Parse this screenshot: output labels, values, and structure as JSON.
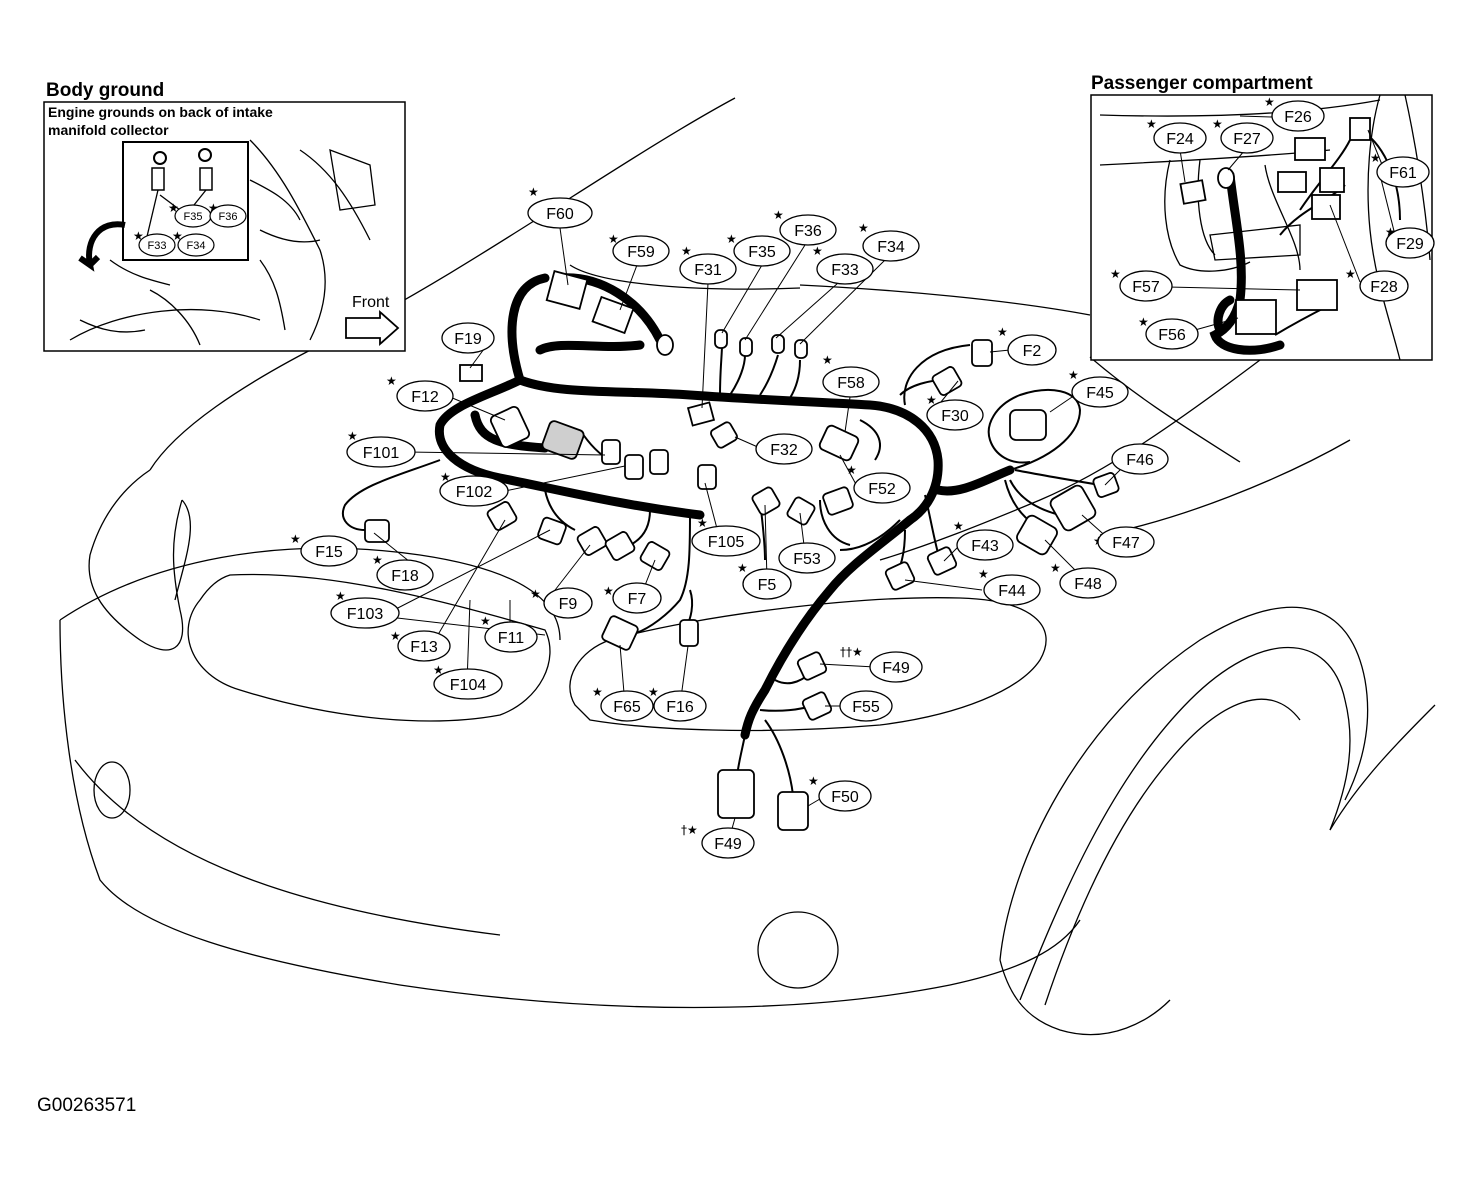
{
  "body_ground": {
    "title": "Body ground",
    "caption_line1": "Engine grounds on back of intake",
    "caption_line2": "manifold collector",
    "front_label": "Front",
    "inset_labels": [
      "F35",
      "F36",
      "F33",
      "F34"
    ]
  },
  "passenger_compartment": {
    "title": "Passenger compartment",
    "labels": [
      "F26",
      "F24",
      "F27",
      "F61",
      "F29",
      "F57",
      "F28",
      "F56"
    ]
  },
  "connectors": [
    "F60",
    "F59",
    "F31",
    "F35",
    "F36",
    "F33",
    "F34",
    "F19",
    "F12",
    "F101",
    "F102",
    "F2",
    "F58",
    "F30",
    "F45",
    "F32",
    "F52",
    "F46",
    "F15",
    "F18",
    "F105",
    "F53",
    "F43",
    "F47",
    "F103",
    "F9",
    "F7",
    "F5",
    "F44",
    "F48",
    "F13",
    "F11",
    "F104",
    "F49",
    "F65",
    "F16",
    "F55",
    "F50"
  ],
  "connector_f49_lower": "F49",
  "dagger_marks": {
    "double": "††",
    "single": "†"
  },
  "image_code": "G00263571"
}
